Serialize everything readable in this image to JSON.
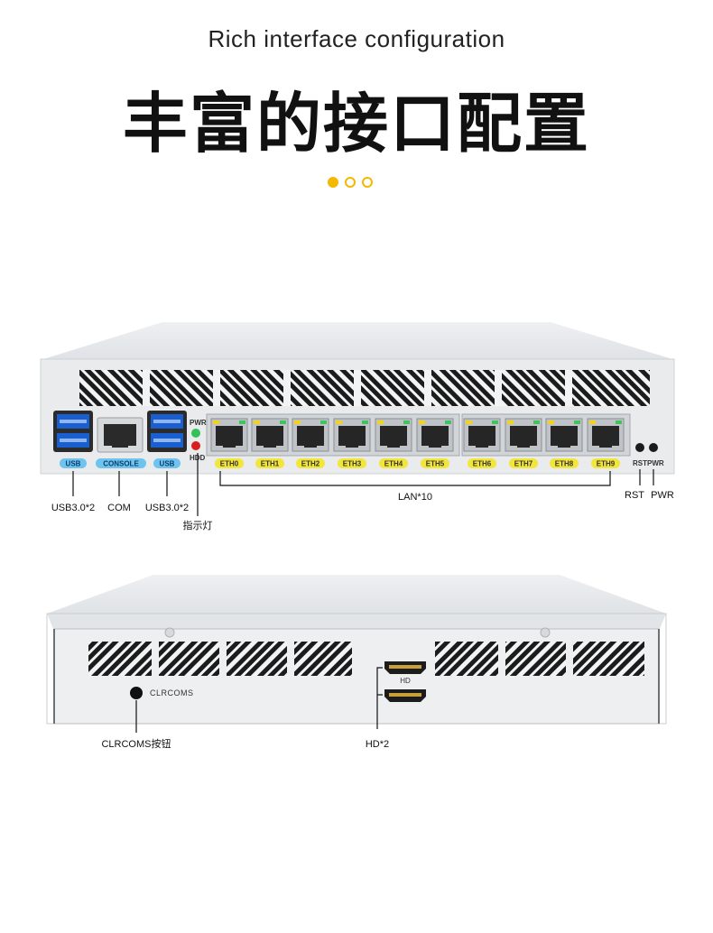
{
  "header": {
    "subtitle": "Rich interface configuration",
    "title": "丰富的接口配置",
    "accent_color": "#f5b800"
  },
  "front_panel": {
    "port_labels": {
      "usb_left": "USB",
      "console": "CONSOLE",
      "usb_right": "USB",
      "ethernet": [
        "ETH0",
        "ETH1",
        "ETH2",
        "ETH3",
        "ETH4",
        "ETH5",
        "ETH6",
        "ETH7",
        "ETH8",
        "ETH9"
      ],
      "rst_small": "RST",
      "pwr_small": "PWR",
      "led_pwr": "PWR",
      "led_hdd": "HDD"
    },
    "callouts": {
      "usb_left": "USB3.0*2",
      "com": "COM",
      "usb_right": "USB3.0*2",
      "indicator": "指示灯",
      "lan": "LAN*10",
      "rst": "RST",
      "pwr": "PWR"
    }
  },
  "rear_panel": {
    "clrcoms_label": "CLRCOMS",
    "hd_label": "HD",
    "callouts": {
      "clrcoms": "CLRCOMS按钮",
      "hd": "HD*2"
    }
  }
}
